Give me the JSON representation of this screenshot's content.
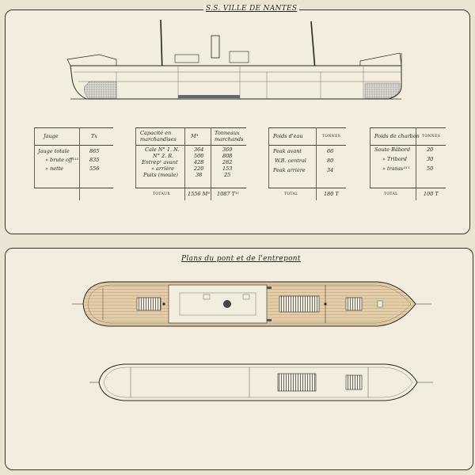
{
  "top_title": "S.S. VILLE DE NANTES",
  "bottom_title": "Plans du pont et de l'entrepont",
  "tables": {
    "jauge": {
      "header": [
        "Jauge",
        "Tx"
      ],
      "rows": [
        [
          "Jauge totale",
          "865"
        ],
        [
          "» brute off¹¹¹",
          "835"
        ],
        [
          "» nette",
          "556"
        ]
      ]
    },
    "capacite": {
      "header": [
        "Capacité en marchandises",
        "M³",
        "Tonneaux marchands"
      ],
      "rows": [
        [
          "Cale N° 1. N.",
          "364",
          "369"
        ],
        [
          "N° 2. R.",
          "500",
          "808"
        ],
        [
          "Entrep¹ avant",
          "428",
          "282"
        ],
        [
          "» arrière",
          "220",
          "153"
        ],
        [
          "Puits (moule)",
          "38",
          "25"
        ]
      ],
      "total": [
        "TOTAUX",
        "1556 M³",
        "1087 T¹¹"
      ]
    },
    "eau": {
      "header": [
        "Poids d'eau",
        "TONNES"
      ],
      "rows": [
        [
          "Peak avant",
          "66"
        ],
        [
          "W.B. central",
          "80"
        ],
        [
          "Peak arrière",
          "34"
        ]
      ],
      "total": [
        "TOTAL",
        "180 T"
      ]
    },
    "charbon": {
      "header": [
        "Poids de charbon",
        "TONNES"
      ],
      "rows": [
        [
          "Soute Bâbord",
          "20"
        ],
        [
          "» Tribord",
          "30"
        ],
        [
          "» transv¹¹¹",
          "50"
        ]
      ],
      "total": [
        "TOTAL",
        "100 T"
      ]
    }
  },
  "colors": {
    "paper": "#f3eddf",
    "background": "#ece4d2",
    "ink": "#2a2620",
    "deck_wood": "#ddc4a0",
    "hatch_grey": "#8f8f8f",
    "hull_stripe": "#5e6a72"
  }
}
